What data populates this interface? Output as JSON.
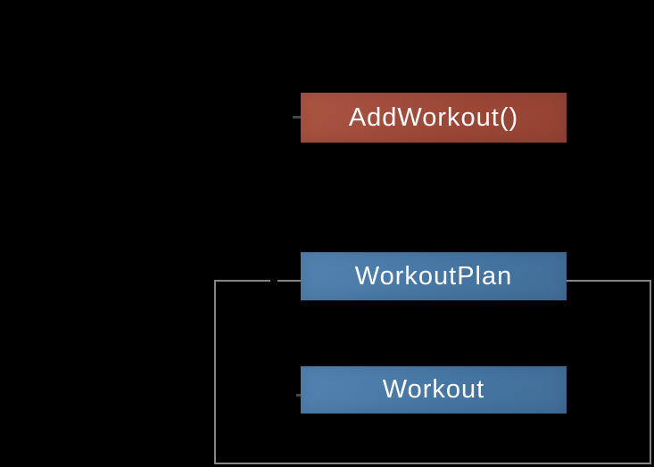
{
  "background_color": "#000000",
  "nodes": [
    {
      "id": "add-workout",
      "label": "AddWorkout()",
      "fill": "#a74c3a",
      "text_color": "#ffffff"
    },
    {
      "id": "workout-plan",
      "label": "WorkoutPlan",
      "fill": "#4a7dad",
      "text_color": "#ffffff"
    },
    {
      "id": "workout",
      "label": "Workout",
      "fill": "#4a7dad",
      "text_color": "#ffffff"
    }
  ],
  "connectors": {
    "group_outline_color": "#85858a",
    "stub_color": "#454545"
  }
}
